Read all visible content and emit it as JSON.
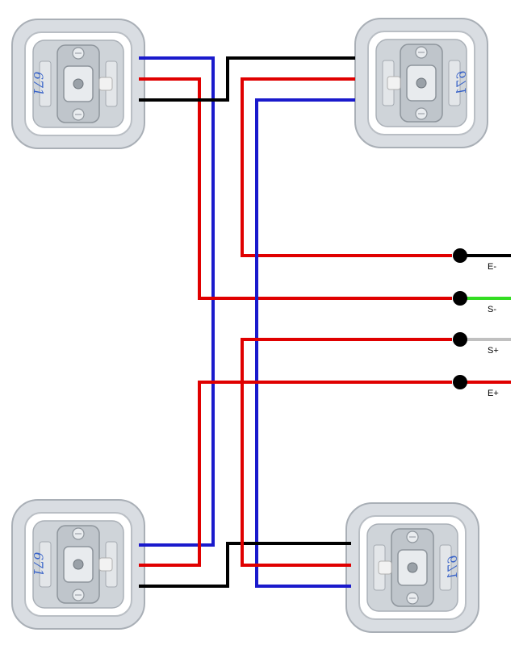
{
  "title": "Load cell wiring",
  "colors": {
    "wire_red": "#e00000",
    "wire_blue": "#1a1acc",
    "wire_black": "#000000",
    "wire_green": "#33dd22",
    "wire_gray": "#c0c0c0",
    "cell_body": "#d9dde2",
    "cell_edge": "#a9afb6",
    "marking": "#3a64c8"
  },
  "load_cells": [
    {
      "name": "top-left",
      "marking": "671"
    },
    {
      "name": "top-right",
      "marking": "671"
    },
    {
      "name": "bottom-left",
      "marking": "671"
    },
    {
      "name": "bottom-right",
      "marking": "671"
    }
  ],
  "terminals": [
    {
      "label": "E-",
      "wire_color": "#000000"
    },
    {
      "label": "S-",
      "wire_color": "#33dd22"
    },
    {
      "label": "S+",
      "wire_color": "#c0c0c0"
    },
    {
      "label": "E+",
      "wire_color": "#e00000"
    }
  ]
}
